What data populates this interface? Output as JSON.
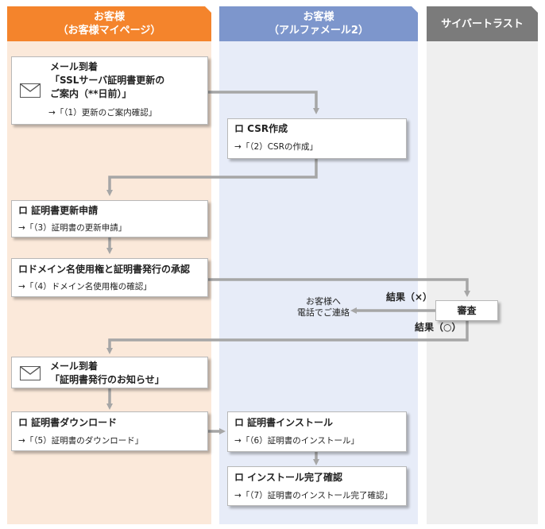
{
  "colors": {
    "lane1_head": "#f4842c",
    "lane1_bg": "#fbe9da",
    "lane2_head": "#7d96cc",
    "lane2_bg": "#e7ecf8",
    "lane3_head": "#7b7b7b",
    "lane3_bg": "#efefef",
    "arrow": "#a6a6a6"
  },
  "lanes": {
    "customer_mypage": {
      "line1": "お客様",
      "line2": "（お客様マイページ）"
    },
    "customer_alphamail": {
      "line1": "お客様",
      "line2": "（アルファメール2）"
    },
    "cybertrust": {
      "label": "サイバートラスト"
    }
  },
  "steps": {
    "mail_arrival_1": {
      "title_lines": [
        "メール到着",
        "「SSLサーバ証明書更新の",
        "ご案内（**日前）」"
      ],
      "sub": "→「（1）更新のご案内確認」"
    },
    "csr": {
      "title": "ロ CSR作成",
      "sub": "→「（2）CSRの作成」"
    },
    "renew_apply": {
      "title": "ロ 証明書更新申請",
      "sub": "→「（3）証明書の更新申請」"
    },
    "domain_approval": {
      "title": "ロドメイン名使用権と証明書発行の承認",
      "sub": "→「（4）ドメイン名使用権の確認」"
    },
    "review": {
      "title": "審査"
    },
    "mail_arrival_2": {
      "title_lines": [
        "メール到着",
        "「証明書発行のお知らせ」"
      ]
    },
    "download": {
      "title": "ロ 証明書ダウンロード",
      "sub": "→「（5）証明書のダウンロード」"
    },
    "install": {
      "title": "ロ 証明書インストール",
      "sub": "→「（6）証明書のインストール」"
    },
    "install_confirm": {
      "title": "ロ インストール完了確認",
      "sub": "→「（7）証明書のインストール完了確認」"
    }
  },
  "labels": {
    "result_ng": "結果（×）",
    "result_ok": "結果（○）",
    "phone_contact": [
      "お客様へ",
      "電話でご連絡"
    ]
  }
}
